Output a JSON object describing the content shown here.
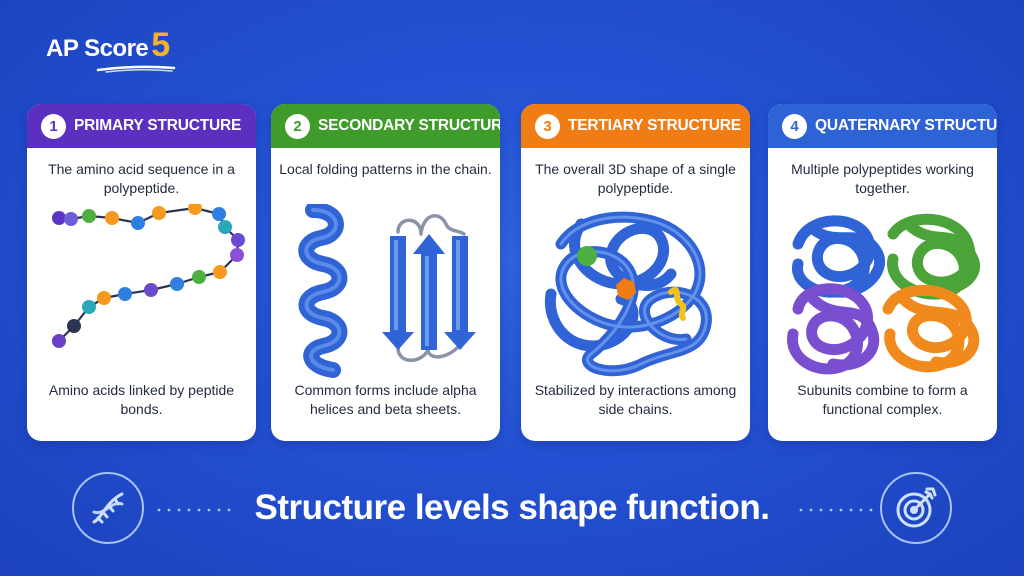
{
  "logo": {
    "text": "AP Score",
    "accent": "5"
  },
  "colors": {
    "background": "#2350d2",
    "primary": "#5b2fc0",
    "secondary": "#3f9b2a",
    "tertiary": "#f07c14",
    "quaternary": "#2e63d6",
    "logo_accent": "#f6b12a"
  },
  "cards": [
    {
      "number": "1",
      "title": "PRIMARY STRUCTURE",
      "top_text": "The amino acid sequence in a polypeptide.",
      "bottom_text": "Amino acids linked by peptide bonds.",
      "illustration": "bead-chain"
    },
    {
      "number": "2",
      "title": "SECONDARY STRUCTURE",
      "top_text": "Local folding patterns in the chain.",
      "bottom_text": "Common forms include alpha helices and beta sheets.",
      "illustration": "helix-and-sheet"
    },
    {
      "number": "3",
      "title": "TERTIARY STRUCTURE",
      "top_text": "The overall 3D shape of a single polypeptide.",
      "bottom_text": "Stabilized by interactions among side chains.",
      "illustration": "folded-chain"
    },
    {
      "number": "4",
      "title": "QUATERNARY STRUCTURE",
      "top_text": "Multiple polypeptides working together.",
      "bottom_text": "Subunits combine to form a functional complex.",
      "illustration": "subunit-complex"
    }
  ],
  "footer": {
    "tagline": "Structure levels shape function.",
    "left_icon": "dna-icon",
    "right_icon": "target-icon"
  }
}
